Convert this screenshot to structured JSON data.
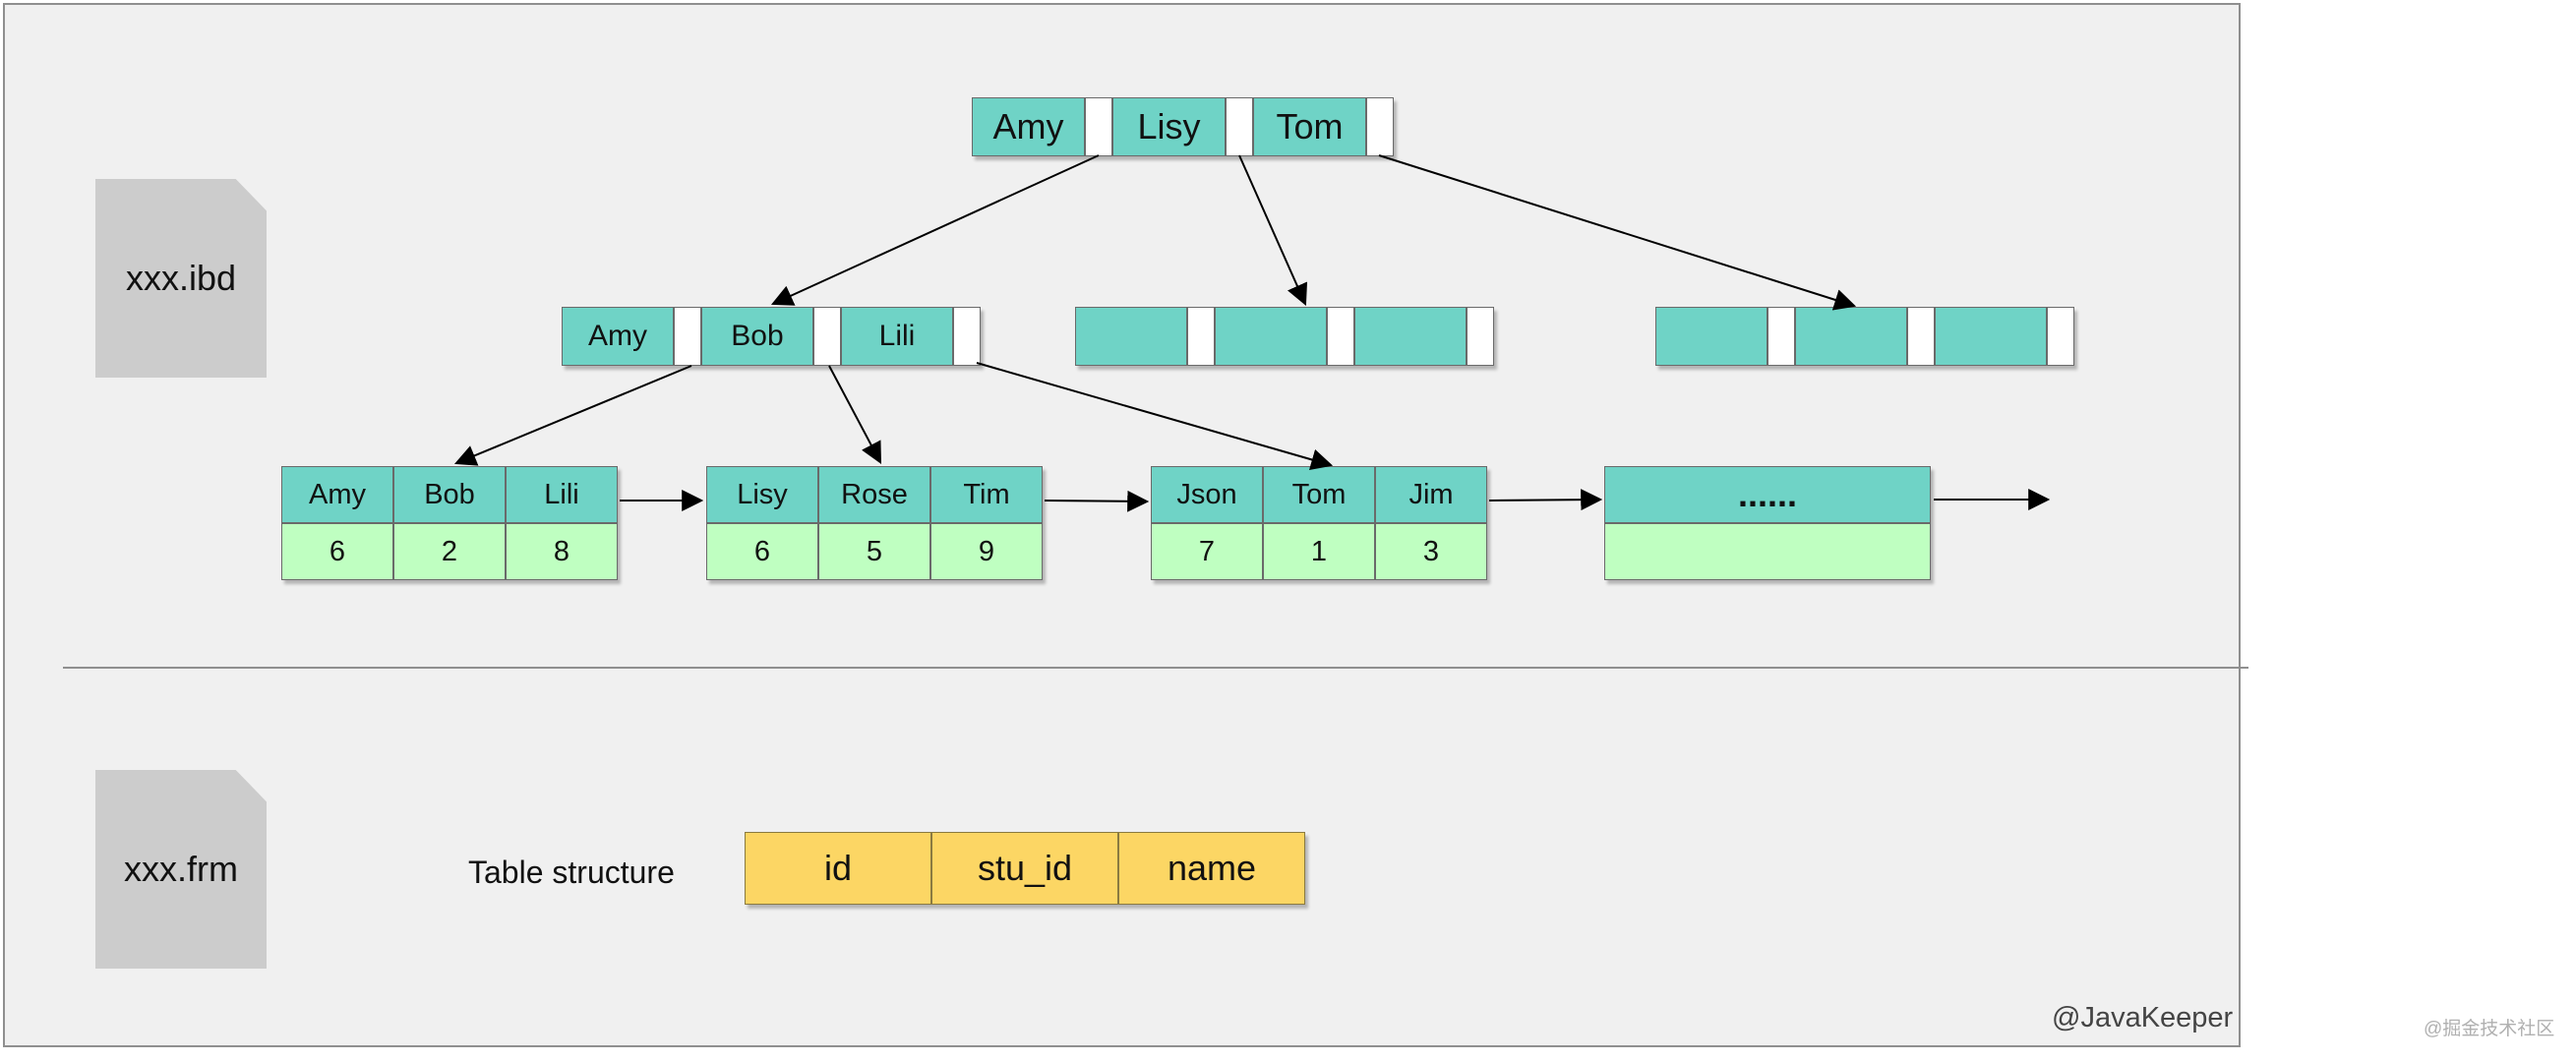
{
  "files": {
    "ibd": "xxx.ibd",
    "frm": "xxx.frm"
  },
  "root": {
    "keys": [
      "Amy",
      "Lisy",
      "Tom"
    ]
  },
  "internal": {
    "keys": [
      "Amy",
      "Bob",
      "Lili"
    ]
  },
  "empty_nodes": [
    {
      "keys": [
        "",
        "",
        ""
      ]
    },
    {
      "keys": [
        "",
        "",
        ""
      ]
    }
  ],
  "leaves": [
    {
      "keys": [
        "Amy",
        "Bob",
        "Lili"
      ],
      "values": [
        "6",
        "2",
        "8"
      ]
    },
    {
      "keys": [
        "Lisy",
        "Rose",
        "Tim"
      ],
      "values": [
        "6",
        "5",
        "9"
      ]
    },
    {
      "keys": [
        "Json",
        "Tom",
        "Jim"
      ],
      "values": [
        "7",
        "1",
        "3"
      ]
    }
  ],
  "leaf_more": {
    "label": "......"
  },
  "table": {
    "label": "Table structure",
    "fields": [
      "id",
      "stu_id",
      "name"
    ]
  },
  "watermark": "@JavaKeeper",
  "credit": "@掘金技术社区",
  "colors": {
    "key_fill": "#6fd3c6",
    "value_fill": "#bfffc1",
    "field_fill": "#fcd664",
    "panel_fill": "#f0f0f0"
  }
}
